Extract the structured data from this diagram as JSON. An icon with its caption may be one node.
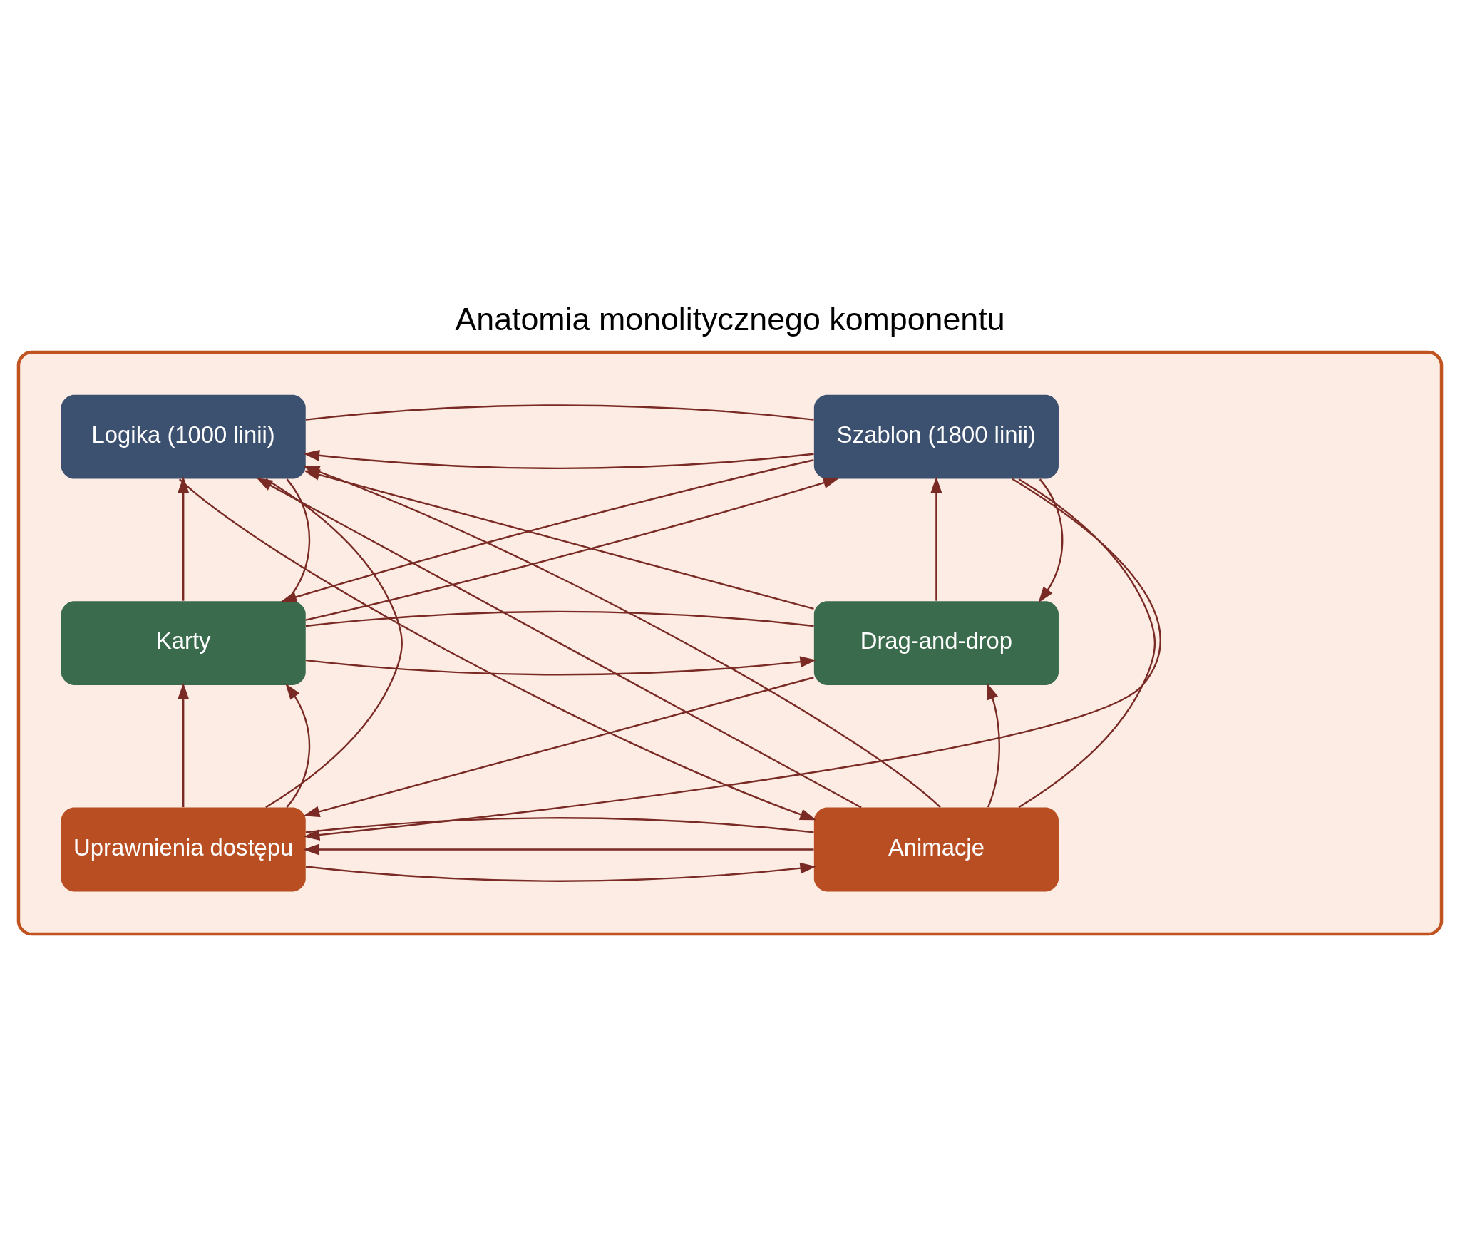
{
  "diagram": {
    "title": "Anatomia monolitycznego komponentu",
    "nodes": [
      {
        "text": [],
        "shape": "box"
      },
      {
        "text": [
          "Szablon (1800 linii)"
        ],
        "in": 0
      },
      {
        "text": [
          "Logika (1000 linii)"
        ],
        "in": 0
      },
      {
        "text": [
          "Drag-and-drop"
        ],
        "in": 0
      },
      {
        "text": [
          "Karty"
        ],
        "in": 0
      },
      {
        "text": [
          "Animacje"
        ],
        "in": 0
      },
      {
        "text": [
          "Uprawnienia dostępu"
        ],
        "in": 0
      }
    ],
    "edges": [
      {
        "from": 1,
        "to": 2,
        "arrow": "to"
      },
      {
        "from": 3,
        "to": 2,
        "arrow": "to"
      },
      {
        "from": 5,
        "to": 2,
        "arrow": "to"
      },
      {
        "from": 4,
        "to": 1,
        "arrow": "to"
      },
      {
        "from": 3,
        "to": 1,
        "arrow": "to"
      },
      {
        "from": 1,
        "to": 3,
        "arrow": "to"
      },
      {
        "from": 5,
        "to": 2,
        "arrow": "to"
      },
      {
        "from": 4,
        "to": 2,
        "arrow": "to"
      },
      {
        "from": 4,
        "to": 3,
        "arrow": "to"
      },
      {
        "from": 1,
        "to": 4,
        "arrow": "to"
      },
      {
        "from": 5,
        "to": 3,
        "arrow": "to"
      },
      {
        "from": 1,
        "to": 6,
        "arrow": "to"
      },
      {
        "from": 6,
        "to": 4,
        "arrow": "to"
      },
      {
        "from": 6,
        "to": 4,
        "arrow": "to"
      },
      {
        "from": 6,
        "to": 5,
        "arrow": "to"
      },
      {
        "from": 2,
        "to": 5,
        "arrow": "to"
      },
      {
        "from": 5,
        "to": 6,
        "arrow": "to"
      },
      {
        "from": 3,
        "to": 6,
        "arrow": "to"
      },
      {
        "from": 1,
        "to": 2,
        "arrow": "none"
      },
      {
        "from": 5,
        "to": 6,
        "arrow": "none"
      },
      {
        "from": 3,
        "to": 4,
        "arrow": "none"
      },
      {
        "from": 2,
        "to": 6,
        "arrow": "none"
      },
      {
        "from": 1,
        "to": 5,
        "arrow": "none"
      },
      {
        "from": 2,
        "to": 4,
        "arrow": "none"
      }
    ]
  }
}
